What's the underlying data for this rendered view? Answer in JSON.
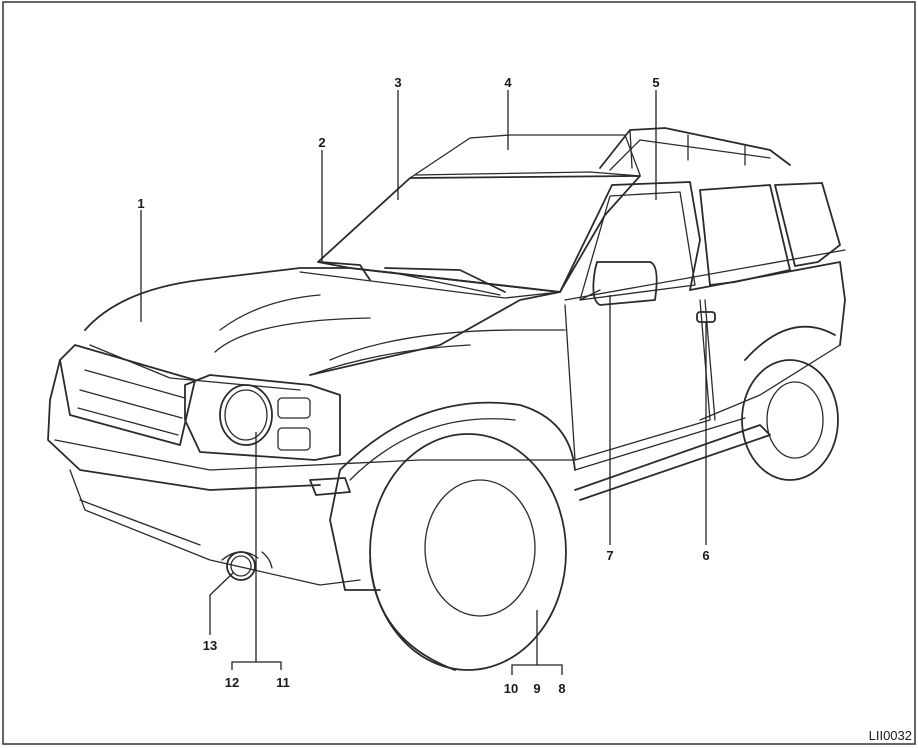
{
  "figure": {
    "code": "LII0032",
    "callouts": [
      "1",
      "2",
      "3",
      "4",
      "5",
      "6",
      "7",
      "8",
      "9",
      "10",
      "11",
      "12",
      "13"
    ]
  }
}
